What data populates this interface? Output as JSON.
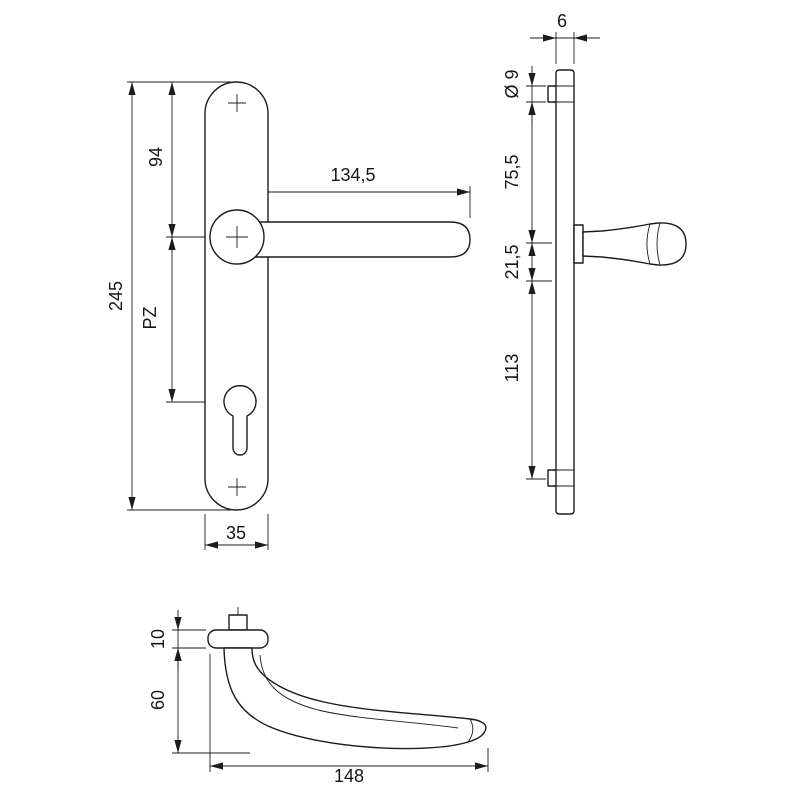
{
  "drawing": {
    "front": {
      "height": "245",
      "top_to_handle": "94",
      "cylinder": "PZ",
      "lever_length": "134,5",
      "plate_width": "35"
    },
    "side": {
      "plate_thickness": "6",
      "hole_diameter": "Ø 9",
      "hole_to_handle": "75,5",
      "handle_to_cylinder": "21,5",
      "lower_spacing": "113"
    },
    "bottom": {
      "rose_height": "10",
      "projection": "60",
      "length": "148"
    }
  },
  "colors": {
    "line": "#1c1c1c",
    "background": "#ffffff"
  }
}
